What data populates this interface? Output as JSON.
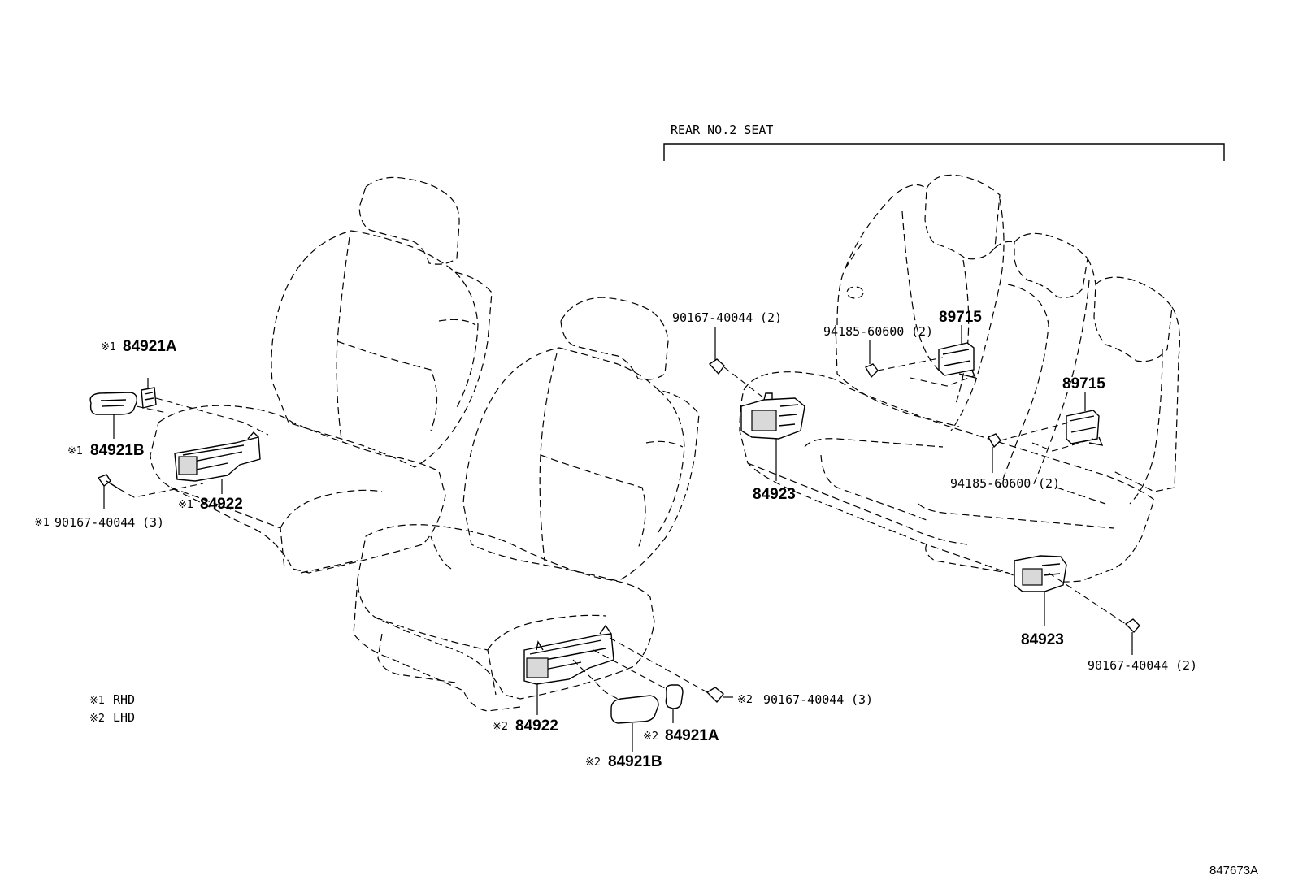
{
  "section_label": "REAR NO.2 SEAT",
  "legend": [
    {
      "mark": "※1",
      "text": "RHD"
    },
    {
      "mark": "※2",
      "text": "LHD"
    }
  ],
  "callouts": {
    "rhd_84921A": {
      "mark": "※1",
      "part": "84921A"
    },
    "rhd_84921B": {
      "mark": "※1",
      "part": "84921B"
    },
    "rhd_84922": {
      "mark": "※1",
      "part": "84922"
    },
    "rhd_bolt": {
      "mark": "※1",
      "part": "90167-40044",
      "qty": "(3)"
    },
    "lhd_84922": {
      "mark": "※2",
      "part": "84922"
    },
    "lhd_84921A": {
      "mark": "※2",
      "part": "84921A"
    },
    "lhd_84921B": {
      "mark": "※2",
      "part": "84921B"
    },
    "lhd_bolt": {
      "mark": "※2",
      "part": "90167-40044",
      "qty": "(3)"
    },
    "rear_bolt_left": {
      "part": "90167-40044",
      "qty": "(2)"
    },
    "rear_84923_left": {
      "part": "84923"
    },
    "rear_screw_top": {
      "part": "94185-60600",
      "qty": "(2)"
    },
    "rear_89715_top": {
      "part": "89715"
    },
    "rear_89715_right": {
      "part": "89715"
    },
    "rear_screw_right": {
      "part": "94185-60600",
      "qty": "(2)"
    },
    "rear_84923_right": {
      "part": "84923"
    },
    "rear_bolt_right": {
      "part": "90167-40044",
      "qty": "(2)"
    }
  },
  "figure_id": "847673A",
  "icons": [
    "seat-outline-icon",
    "switch-part-icon",
    "bolt-icon",
    "module-part-icon"
  ]
}
